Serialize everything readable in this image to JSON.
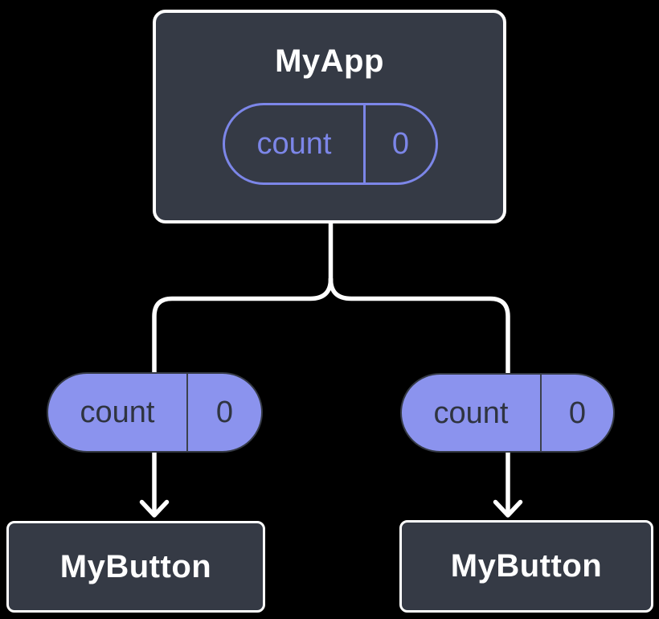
{
  "root": {
    "title": "MyApp",
    "state": {
      "name": "count",
      "value": "0"
    }
  },
  "props": [
    {
      "name": "count",
      "value": "0"
    },
    {
      "name": "count",
      "value": "0"
    }
  ],
  "children": [
    {
      "title": "MyButton"
    },
    {
      "title": "MyButton"
    }
  ],
  "colors": {
    "background": "#000000",
    "node_fill": "#353a45",
    "node_border": "#ffffff",
    "connector": "#ffffff",
    "pill_fill": "#8b93ee",
    "pill_outline_accent": "#7c86e8",
    "pill_text_dark": "#2f3440"
  }
}
